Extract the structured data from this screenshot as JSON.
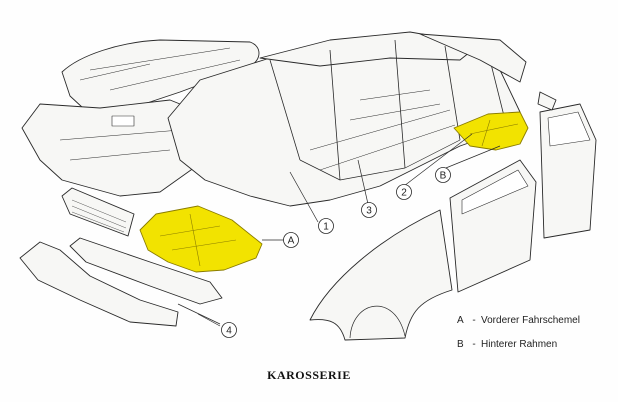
{
  "title": "KAROSSERIE",
  "callouts": [
    {
      "id": "1",
      "label": "1"
    },
    {
      "id": "2",
      "label": "2"
    },
    {
      "id": "3",
      "label": "3"
    },
    {
      "id": "4",
      "label": "4"
    },
    {
      "id": "A",
      "label": "A"
    },
    {
      "id": "B",
      "label": "B"
    }
  ],
  "legend": [
    {
      "key": "A",
      "dash": "-",
      "text": "Vorderer Fahrschemel"
    },
    {
      "key": "B",
      "dash": "-",
      "text": "Hinterer Rahmen"
    }
  ],
  "colors": {
    "line": "#2a2a2a",
    "highlight": "#f2e300",
    "highlight_stroke": "#8a7c00",
    "panel": "#f7f7f5"
  }
}
